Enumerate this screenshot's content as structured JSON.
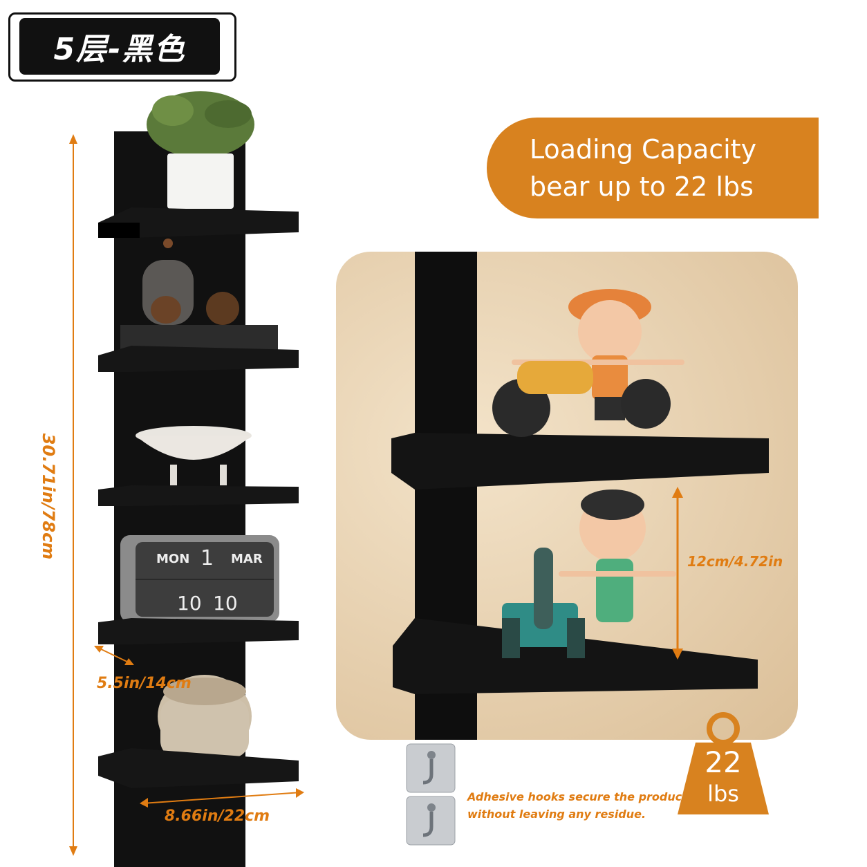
{
  "variant_badge": "5层-黑色",
  "capacity": {
    "line1": "Loading Capacity",
    "line2": "bear up to 22 lbs"
  },
  "dimensions": {
    "height": "30.71in/78cm",
    "depth": "5.5in/14cm",
    "width": "8.66in/22cm",
    "shelf_gap": "12cm/4.72in"
  },
  "clock": {
    "day": "MON",
    "date": "1",
    "month": "MAR",
    "hour": "10",
    "minute": "10"
  },
  "hooks_note": {
    "line1": "Adhesive hooks secure the product",
    "line2": "without leaving any residue."
  },
  "weight_badge": {
    "value": "22",
    "unit": "lbs"
  },
  "colors": {
    "accent_orange": "#d8821f",
    "shelf_black": "#111111",
    "backdrop_beige": "#e8d2b0"
  }
}
